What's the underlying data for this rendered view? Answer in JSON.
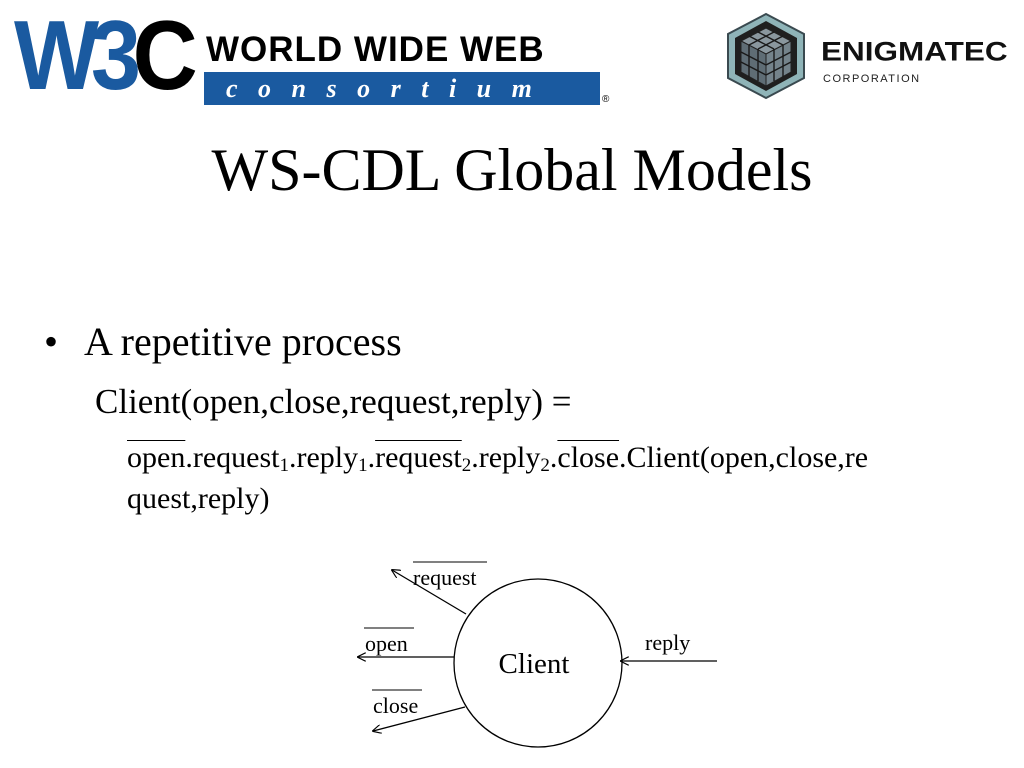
{
  "header": {
    "w3c_logo": {
      "mark_w3": "W3",
      "mark_c": "C",
      "name_top": "WORLD WIDE WEB",
      "name_bottom": "consortium",
      "registered": "®",
      "colors": {
        "blue": "#1a5aa0",
        "black": "#000000"
      }
    },
    "enigmatec_logo": {
      "name": "ENIGMATEC",
      "sub": "CORPORATION",
      "icon": "cube-logo-icon",
      "colors": {
        "frame": "#2a2a2a",
        "cube": "#6f7f88",
        "teal": "#8fb4b8"
      }
    }
  },
  "slide": {
    "title": "WS-CDL Global Models",
    "bullet": {
      "symbol": "•",
      "text": "A repetitive process"
    },
    "definition": "Client(open,close,request,reply) =",
    "expression": {
      "open": "open",
      "dot1": ".request",
      "sub1": "1",
      "reply": ".reply",
      "sub2": "1",
      "dot2": ".",
      "request2": "request",
      "sub3": "2",
      "reply2": ".reply",
      "sub4": "2",
      "dot3": ".",
      "close": "close",
      "tail": ".Client(open,close,re quest,reply)"
    }
  },
  "diagram": {
    "center_label": "Client",
    "request_label": "request",
    "open_label": "open",
    "close_label": "close",
    "reply_label": "reply"
  }
}
